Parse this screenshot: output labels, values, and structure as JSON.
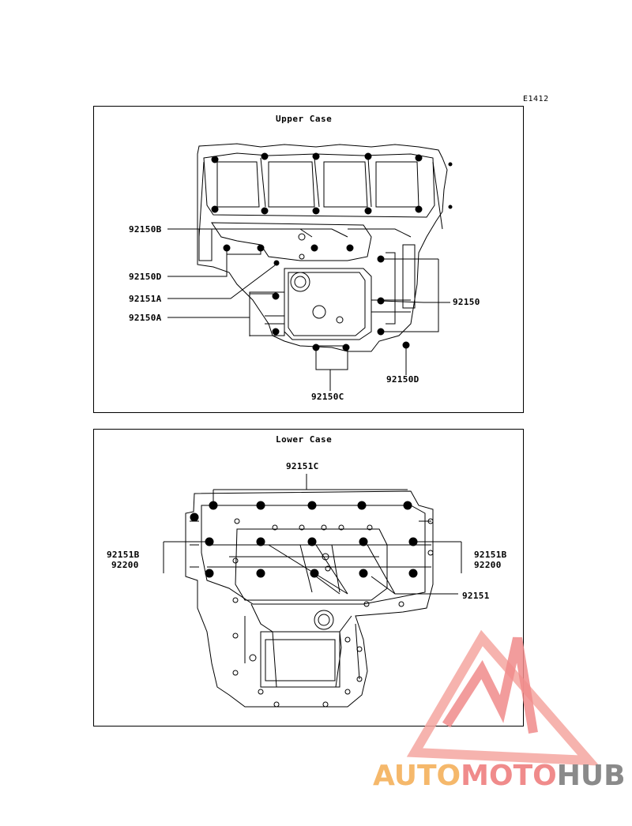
{
  "diagram_code": "E1412",
  "upper_case": {
    "title": "Upper Case",
    "labels": {
      "l_92150B": "92150B",
      "l_92150D_left": "92150D",
      "l_92151A": "92151A",
      "l_92150A": "92150A",
      "l_92150": "92150",
      "l_92150D_right": "92150D",
      "l_92150C": "92150C"
    }
  },
  "lower_case": {
    "title": "Lower Case",
    "labels": {
      "l_92151C": "92151C",
      "l_92151B_left": "92151B",
      "l_92200_left": "92200",
      "l_92151B_right": "92151B",
      "l_92200_right": "92200",
      "l_92151": "92151"
    }
  },
  "watermark": {
    "part1": "AUTO",
    "part2": "MOTO",
    "part3": "HUB",
    "colors": {
      "orange": "#f5b86b",
      "red": "#f08b8b",
      "gray": "#8a8a8a"
    }
  }
}
